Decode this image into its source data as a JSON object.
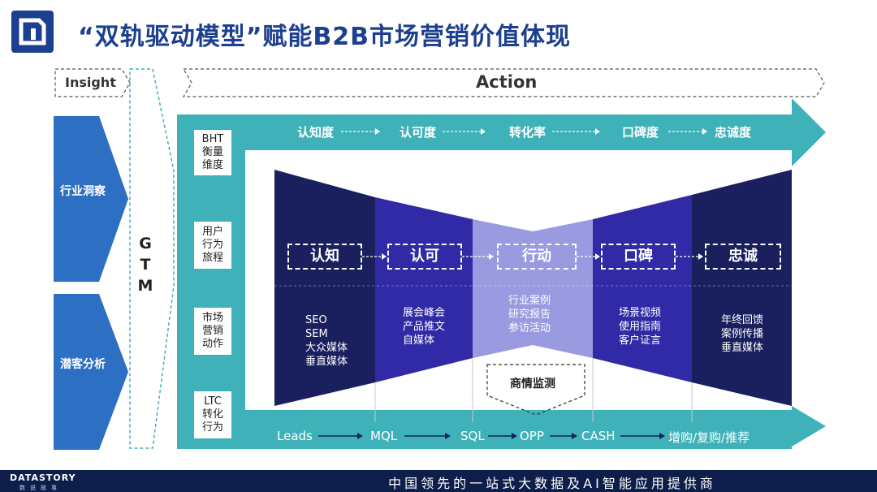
{
  "header": {
    "title": "“双轨驱动模型”赋能B2B市场营销价值体现"
  },
  "top_labels": {
    "insight": "Insight",
    "action": "Action"
  },
  "gtm": [
    "G",
    "T",
    "M"
  ],
  "left_chevrons": [
    {
      "label": "行业洞察"
    },
    {
      "label": "潜客分析"
    }
  ],
  "side_boxes": [
    "BHT衡量维度",
    "用户行为旅程",
    "市场营销动作",
    "LTC转化行为"
  ],
  "bht_stages": [
    "认知度",
    "认可度",
    "转化率",
    "口碑度",
    "忠诚度"
  ],
  "funnel": [
    {
      "label": "认知",
      "items": [
        "SEO",
        "SEM",
        "大众媒体",
        "垂直媒体"
      ]
    },
    {
      "label": "认可",
      "items": [
        "展会峰会",
        "产品推文",
        "自媒体"
      ]
    },
    {
      "label": "行动",
      "items": [
        "行业案例",
        "研究报告",
        "参访活动"
      ]
    },
    {
      "label": "口碑",
      "items": [
        "场景视频",
        "使用指南",
        "客户证言"
      ]
    },
    {
      "label": "忠诚",
      "items": [
        "年终回馈",
        "案例传播",
        "垂直媒体"
      ]
    }
  ],
  "monitor": "商情监测",
  "ltc_stages": [
    "Leads",
    "MQL",
    "SQL",
    "OPP",
    "CASH",
    "增购/复购/推荐"
  ],
  "colors": {
    "teal": "#3fb1b9",
    "chevron_blue": "#2d6fc2",
    "funnel_dark": "#1a1f5e",
    "funnel_mid": "#312aa6",
    "funnel_light": "#9a9ae0",
    "title_blue": "#1d3f8f",
    "footer": "#0e1e4a"
  },
  "footer": {
    "brand": "DATASTORY",
    "brand_sub": "数说故事",
    "tagline": "中国领先的一站式大数据及AI智能应用提供商"
  }
}
